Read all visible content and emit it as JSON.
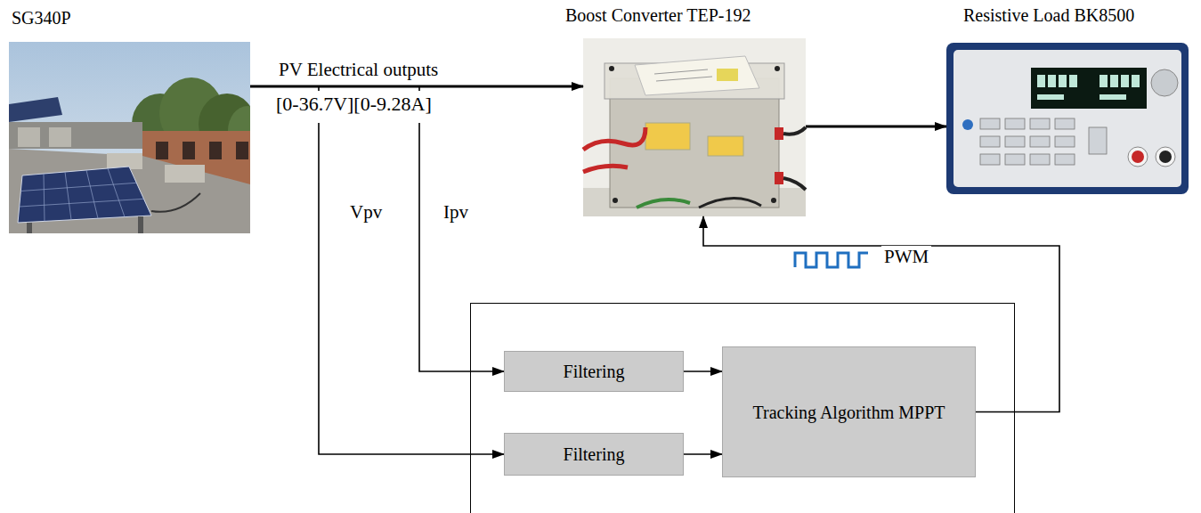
{
  "diagram": {
    "nodes": [
      {
        "text": [
          "SG340P"
        ]
      },
      {
        "text": [
          "Boost Converter TEP-192"
        ]
      },
      {
        "text": [
          "Resistive Load BK8500"
        ]
      },
      {
        "text": []
      },
      {
        "text": [
          "Filtering"
        ],
        "in": 3
      },
      {
        "text": [
          "Filtering"
        ],
        "in": 3
      },
      {
        "text": [
          "Tracking Algorithm MPPT"
        ],
        "in": 3
      }
    ],
    "edges": [
      {
        "from": 0,
        "to": 1,
        "arrow": "to",
        "label": "PV Electrical outputs"
      },
      {
        "from": 1,
        "to": 2,
        "arrow": "to"
      },
      {
        "from": 0,
        "to": 5,
        "arrow": "to",
        "label": "Vpv"
      },
      {
        "from": 0,
        "to": 4,
        "arrow": "to",
        "label": "Ipv"
      },
      {
        "from": 4,
        "to": 6,
        "arrow": "to"
      },
      {
        "from": 5,
        "to": 6,
        "arrow": "to"
      },
      {
        "from": 6,
        "to": 1,
        "arrow": "to",
        "label": "PWM"
      }
    ],
    "labels": [
      "[0-36.7V][0-9.28A]"
    ]
  }
}
